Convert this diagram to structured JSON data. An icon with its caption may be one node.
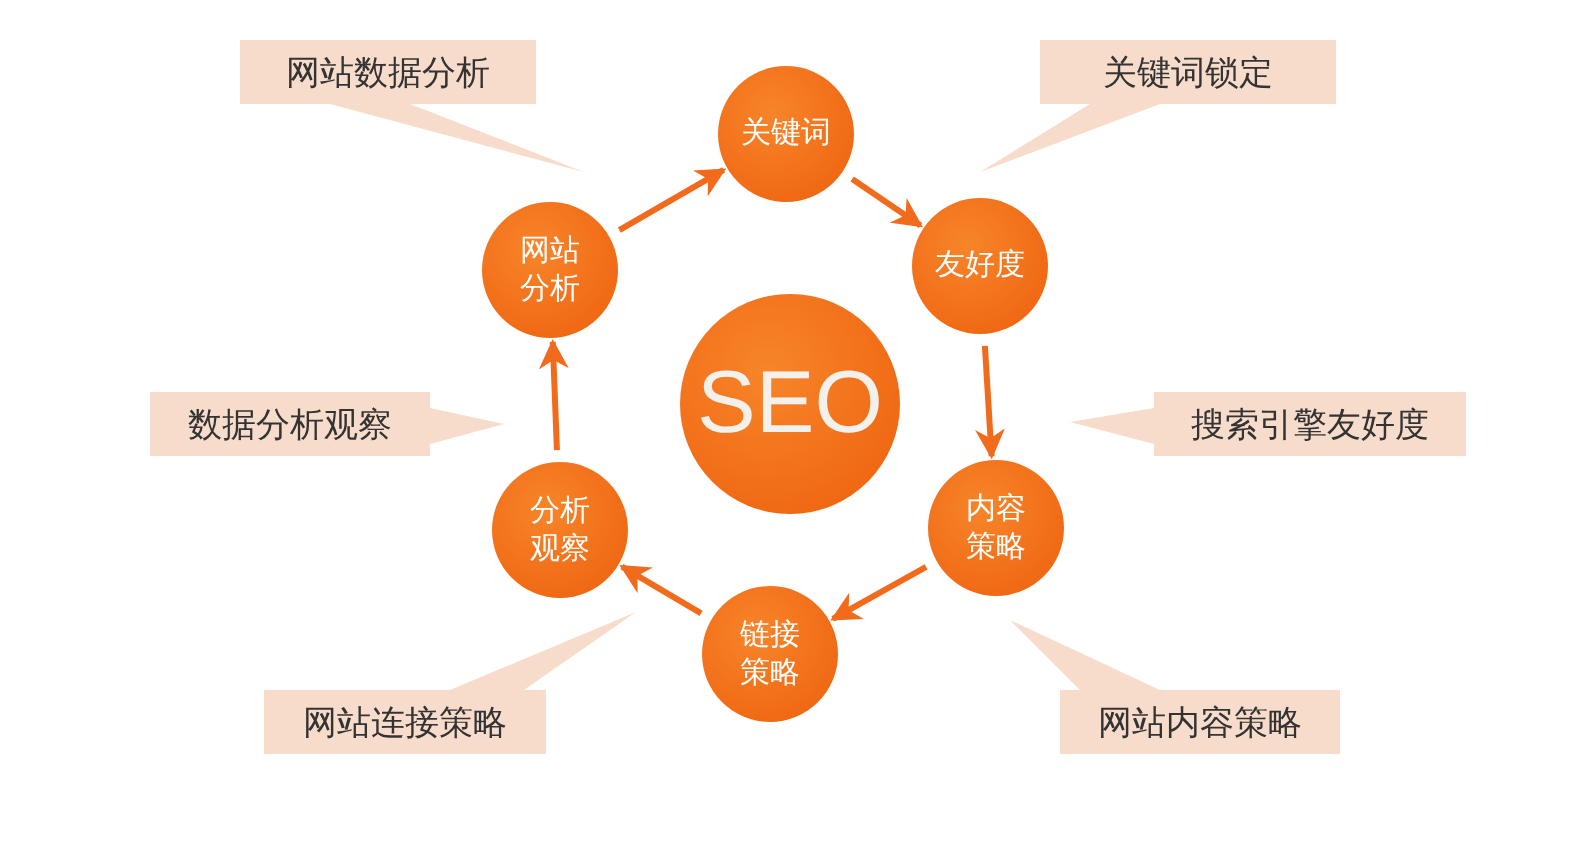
{
  "diagram": {
    "nodes": [
      {
        "text": [
          "网站数据分析"
        ]
      },
      {
        "text": [
          "关键词锁定"
        ]
      },
      {
        "text": [
          "关键词"
        ]
      },
      {
        "text": [
          "网站分析"
        ]
      },
      {
        "text": [
          "友好度"
        ]
      },
      {
        "text": [
          "SEO"
        ]
      },
      {
        "text": [
          "数据分析观察"
        ]
      },
      {
        "text": [
          "搜索引擎友好度"
        ]
      },
      {
        "text": [
          "分析观察"
        ]
      },
      {
        "text": [
          "内容策略"
        ]
      },
      {
        "text": [
          "链接策略"
        ]
      },
      {
        "text": [
          "网站连接策略"
        ]
      },
      {
        "text": [
          "网站内容策略"
        ]
      }
    ],
    "edges": [
      {
        "from": 2,
        "to": 4,
        "arrow": "to"
      },
      {
        "from": 4,
        "to": 9,
        "arrow": "to"
      },
      {
        "from": 9,
        "to": 10,
        "arrow": "to"
      },
      {
        "from": 10,
        "to": 8,
        "arrow": "to"
      },
      {
        "from": 8,
        "to": 3,
        "arrow": "to"
      },
      {
        "from": 3,
        "to": 2,
        "arrow": "to"
      }
    ]
  }
}
